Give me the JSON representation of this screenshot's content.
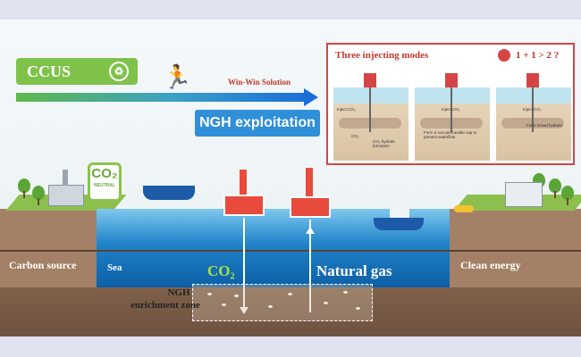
{
  "top": {
    "ccus_label": "CCUS",
    "ccus_icon": "recycle-icon",
    "runner_icon": "running-person-icon",
    "arrow_text": "Win-Win Solution",
    "ngh_title": "NGH exploitation"
  },
  "modes_panel": {
    "title": "Three injecting modes",
    "equation": "1 + 1 > 2 ?",
    "equation_icon": "target-icon",
    "mode1_texts": [
      "Inject CO₂",
      "CO₂",
      "CO₂ hydrate formation"
    ],
    "mode2_texts": [
      "Inject CO₂",
      "Form a non-permeable cap to prevent waterflow"
    ],
    "mode3_texts": [
      "Inject CO₂",
      "Form mixed hydrate"
    ]
  },
  "scene": {
    "co2_sign_big": "CO₂",
    "co2_sign_small": "NEUTRAL",
    "carbon_source": "Carbon source",
    "sea": "Sea",
    "co2": "CO₂",
    "natural_gas": "Natural gas",
    "clean_energy": "Clean energy",
    "ngh_zone_line1": "NGH",
    "ngh_zone_line2": "enrichment zone"
  },
  "colors": {
    "ccus_green": "#7fc24a",
    "title_blue": "#2f8fd8",
    "accent_red": "#c0392b",
    "sea_blue": "#1f82c8"
  }
}
